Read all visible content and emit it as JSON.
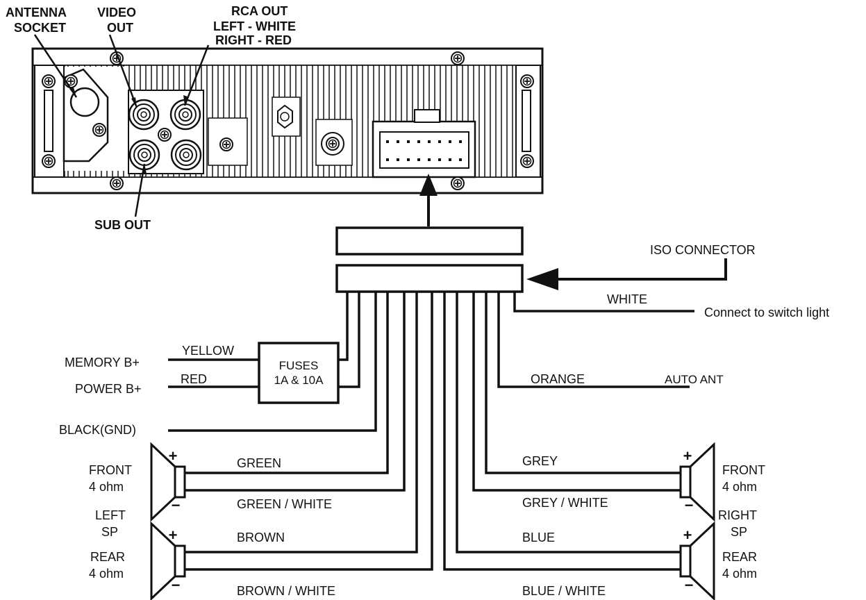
{
  "head_unit_labels": {
    "antenna_line1": "ANTENNA",
    "antenna_line2": "SOCKET",
    "video_line1": "VIDEO",
    "video_line2": "OUT",
    "rca_line1": "RCA OUT",
    "rca_line2": "LEFT - WHITE",
    "rca_line3": "RIGHT - RED",
    "sub_out": "SUB OUT"
  },
  "iso": {
    "label": "ISO CONNECTOR",
    "white_wire": "WHITE",
    "switch_light": "Connect to switch light",
    "orange_wire": "ORANGE",
    "auto_ant": "AUTO ANT"
  },
  "power": {
    "memory": "MEMORY B+",
    "yellow": "YELLOW",
    "power": "POWER B+",
    "red": "RED",
    "fuses_line1": "FUSES",
    "fuses_line2": "1A & 10A",
    "ground": "BLACK(GND)"
  },
  "speakers": {
    "front_left_line1": "FRONT",
    "front_left_line2": "4 ohm",
    "left_sp_line1": "LEFT",
    "left_sp_line2": "SP",
    "rear_left_line1": "REAR",
    "rear_left_line2": "4 ohm",
    "front_right_line1": "FRONT",
    "front_right_line2": "4 ohm",
    "right_sp_line1": "RIGHT",
    "right_sp_line2": "SP",
    "rear_right_line1": "REAR",
    "rear_right_line2": "4 ohm",
    "plus": "+",
    "minus": "−"
  },
  "wires": {
    "green": "GREEN",
    "green_white": "GREEN / WHITE",
    "brown": "BROWN",
    "brown_white": "BROWN / WHITE",
    "grey": "GREY",
    "grey_white": "GREY / WHITE",
    "blue": "BLUE",
    "blue_white": "BLUE / WHITE"
  }
}
